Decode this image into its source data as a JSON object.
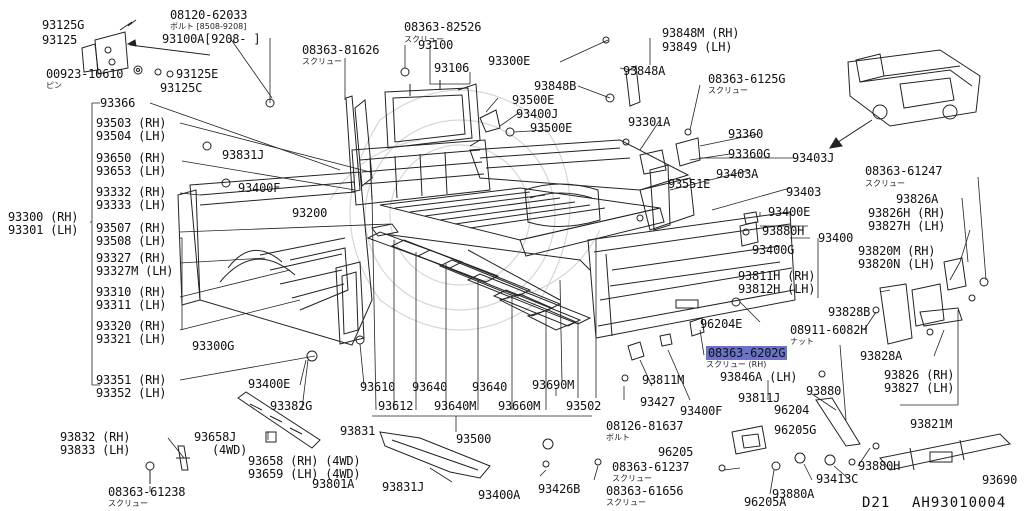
{
  "callouts": {
    "p93125G": "93125G",
    "p08120_62033": "08120-62033",
    "p08120_sub": "ボルト [8508-9208]",
    "p93125": "93125",
    "p93100A": "93100A[9208-   ]",
    "p08363_82526": "08363-82526",
    "p08363_82526_sub": "スクリュー",
    "p93848M": "93848M (RH)",
    "p93849": "93849 (LH)",
    "p00923_10610": "00923-10610",
    "p00923_sub": "ピン",
    "p93125E": "93125E",
    "p93125C": "93125C",
    "p08363_81626": "08363-81626",
    "p08363_81626_sub": "スクリュー",
    "p93100": "93100",
    "p93106": "93106",
    "p93300E": "93300E",
    "p93848A": "93848A",
    "p08363_6125G": "08363-6125G",
    "p08363_6125G_sub": "スクリュー",
    "p93848B": "93848B",
    "p93500E_a": "93500E",
    "p93400J": "93400J",
    "p93301A": "93301A",
    "p93366": "93366",
    "p93500E_b": "93500E",
    "p93503": "93503 (RH)",
    "p93504": "93504 (LH)",
    "p93360": "93360",
    "p93831J_a": "93831J",
    "p93360G": "93360G",
    "p93403J": "93403J",
    "p93650": "93650 (RH)",
    "p93653": "93653 (LH)",
    "p93403A": "93403A",
    "p08363_61247": "08363-61247",
    "p08363_61247_sub": "スクリュー",
    "p93400F_a": "93400F",
    "p93551E": "93551E",
    "p93332": "93332 (RH)",
    "p93333": "93333 (LH)",
    "p93403": "93403",
    "p93826A": "93826A",
    "p93826H": "93826H (RH)",
    "p93827H": "93827H (LH)",
    "p93300": "93300 (RH)",
    "p93301": "93301 (LH)",
    "p93200": "93200",
    "p93400E_a": "93400E",
    "p93507": "93507 (RH)",
    "p93508": "93508 (LH)",
    "p93880H_a": "93880H",
    "p93400": "93400",
    "p93400G": "93400G",
    "p93820M": "93820M (RH)",
    "p93820N": "93820N (LH)",
    "p93327": "93327  (RH)",
    "p93327M": "93327M (LH)",
    "p93811H": "93811H (RH)",
    "p93812H": "93812H (LH)",
    "p93310": "93310 (RH)",
    "p93311": "93311 (LH)",
    "p93828B": "93828B",
    "p96204E": "96204E",
    "p08911_6082H": "08911-6082H",
    "p08911_sub": "ナット",
    "p93320": "93320 (RH)",
    "p93321": "93321 (LH)",
    "p93300G": "93300G",
    "p08363_6202G": "08363-6202G",
    "p08363_6202G_sub": "スクリュー (RH)",
    "p93846A": "93846A (LH)",
    "p93828A": "93828A",
    "p93811M": "93811M",
    "p93826": "93826 (RH)",
    "p93827": "93827 (LH)",
    "p93400E_b": "93400E",
    "p93351": "93351 (RH)",
    "p93352": "93352 (LH)",
    "p93610": "93610",
    "p93640_a": "93640",
    "p93640_b": "93640",
    "p93690M": "93690M",
    "p93880": "93880",
    "p93427": "93427",
    "p93811J": "93811J",
    "p93382G": "93382G",
    "p93612": "93612",
    "p93640M": "93640M",
    "p93660M": "93660M",
    "p93502": "93502",
    "p93400F_b": "93400F",
    "p96204": "96204",
    "p93821M": "93821M",
    "p93831": "93831",
    "p08126_81637": "08126-81637",
    "p08126_sub": "ボルト",
    "p96205G": "96205G",
    "p93500": "93500",
    "p93832": "93832 (RH)",
    "p93833": "93833 (LH)",
    "p93658J": "93658J",
    "p93658J_sub": "(4WD)",
    "p96205": "96205",
    "p93880H_b": "93880H",
    "p93658": "93658 (RH) (4WD)",
    "p93659": "93659 (LH) (4WD)",
    "p08363_61237": "08363-61237",
    "p08363_61237_sub": "スクリュー",
    "p93413C": "93413C",
    "p93690": "93690",
    "p93801A": "93801A",
    "p93831J_b": "93831J",
    "p93400A": "93400A",
    "p93426B": "93426B",
    "p08363_61656": "08363-61656",
    "p08363_61656_sub": "スクリュー",
    "p93880A": "93880A",
    "p96205A": "96205A",
    "p08363_61238": "08363-61238",
    "p08363_61238_sub": "スクリュー"
  },
  "footer": {
    "model": "D21",
    "figure_code": "AH93010004"
  },
  "highlight_color": "#6b73c9"
}
